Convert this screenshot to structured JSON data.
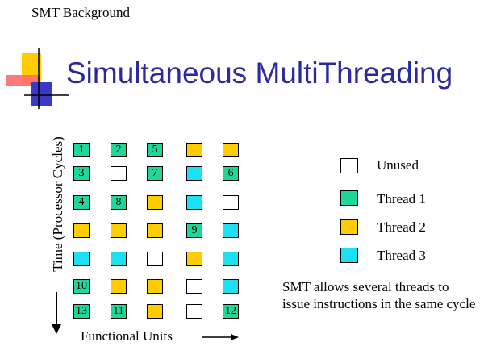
{
  "slide": {
    "header": "SMT Background",
    "title": "Simultaneous MultiThreading"
  },
  "diagram": {
    "y_axis_label": "Time (Processor Cycles)",
    "x_axis_label": "Functional Units",
    "colors": {
      "unused": "#ffffff",
      "thread1": "#1ed79a",
      "thread2": "#ffcc00",
      "thread3": "#1ee0f5"
    },
    "rows": [
      [
        {
          "t": "thread1",
          "n": "1"
        },
        {
          "t": "thread1",
          "n": "2"
        },
        {
          "t": "thread1",
          "n": "5"
        },
        {
          "t": "thread2",
          "n": ""
        },
        {
          "t": "thread2",
          "n": ""
        }
      ],
      [
        {
          "t": "thread1",
          "n": "3"
        },
        {
          "t": "unused",
          "n": ""
        },
        {
          "t": "thread1",
          "n": "7"
        },
        {
          "t": "thread3",
          "n": ""
        },
        {
          "t": "thread1",
          "n": "6"
        }
      ],
      [
        {
          "t": "thread1",
          "n": "4"
        },
        {
          "t": "thread1",
          "n": "8"
        },
        {
          "t": "thread2",
          "n": ""
        },
        {
          "t": "thread3",
          "n": ""
        },
        {
          "t": "unused",
          "n": ""
        }
      ],
      [
        {
          "t": "thread2",
          "n": ""
        },
        {
          "t": "thread2",
          "n": ""
        },
        {
          "t": "thread2",
          "n": ""
        },
        {
          "t": "thread1",
          "n": "9"
        },
        {
          "t": "thread3",
          "n": ""
        }
      ],
      [
        {
          "t": "thread3",
          "n": ""
        },
        {
          "t": "thread3",
          "n": ""
        },
        {
          "t": "unused",
          "n": ""
        },
        {
          "t": "thread2",
          "n": ""
        },
        {
          "t": "thread3",
          "n": ""
        }
      ],
      [
        {
          "t": "thread1",
          "n": "10"
        },
        {
          "t": "thread2",
          "n": ""
        },
        {
          "t": "thread2",
          "n": ""
        },
        {
          "t": "unused",
          "n": ""
        },
        {
          "t": "thread3",
          "n": ""
        }
      ],
      [
        {
          "t": "thread1",
          "n": "13"
        },
        {
          "t": "thread1",
          "n": "11"
        },
        {
          "t": "thread2",
          "n": ""
        },
        {
          "t": "unused",
          "n": ""
        },
        {
          "t": "thread1",
          "n": "12"
        }
      ]
    ]
  },
  "legend": [
    {
      "key": "unused",
      "label": "Unused"
    },
    {
      "key": "thread1",
      "label": "Thread 1"
    },
    {
      "key": "thread2",
      "label": "Thread 2"
    },
    {
      "key": "thread3",
      "label": "Thread 3"
    }
  ],
  "note": "SMT allows several threads to issue instructions in the same cycle"
}
